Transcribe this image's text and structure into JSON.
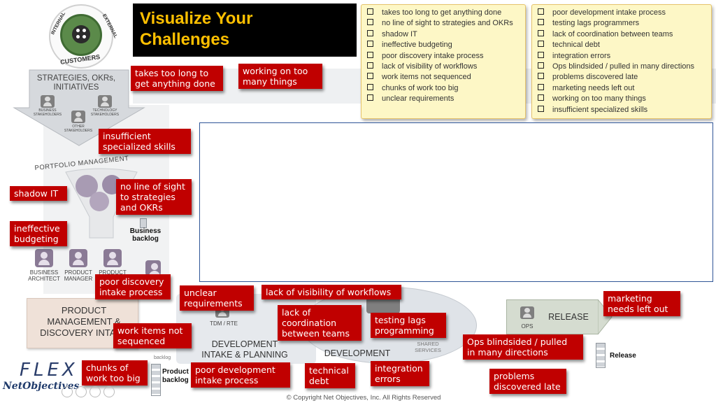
{
  "title": {
    "line1": "Visualize Your",
    "line2": "Challenges"
  },
  "customers": {
    "internal": "INTERNAL",
    "customers": "CUSTOMERS",
    "external": "EXTERNAL"
  },
  "funnel": {
    "title": "STRATEGIES, OKRs,\nINITIATIVES",
    "business_stakeholders": "BUSINESS\nSTAKEHOLDERS",
    "technology_stakeholders": "TECHNOLOGY\nSTAKEHOLDERS",
    "other_stakeholders": "OTHER\nSTAKEHOLDERS"
  },
  "portfolio": {
    "label": "PORTFOLIO MANAGEMENT",
    "business_backlog": "Business\nbacklog"
  },
  "roles": {
    "business_architect": "BUSINESS\nARCHITECT",
    "product_manager": "PRODUCT\nMANAGER",
    "product": "PRODUCT"
  },
  "flow": {
    "product_discovery": "PRODUCT\nMANAGEMENT &\nDISCOVERY INTAKE",
    "tdm": "TDM / RTE",
    "dev_intake": "DEVELOPMENT\nINTAKE & PLANNING",
    "development": "DEVELOPMENT",
    "shared_services": "SHARED\nSERVICES",
    "ops": "OPS",
    "release": "RELEASE",
    "release_item": "Release",
    "product_backlog": "Product\nbacklog",
    "backlog_small": "backlog"
  },
  "checklist_left": [
    "takes too long to get anything done",
    "no line of sight to strategies and OKRs",
    "shadow IT",
    "ineffective budgeting",
    "poor discovery intake process",
    "lack of visibility of workflows",
    "work items not sequenced",
    "chunks of work too big",
    "unclear requirements"
  ],
  "checklist_right": [
    "poor development intake process",
    "testing lags programmers",
    "lack of coordination between teams",
    "technical debt",
    "integration errors",
    "Ops blindsided / pulled in many directions",
    "problems discovered late",
    "marketing needs left out",
    "working on too many things",
    "insufficient specialized skills"
  ],
  "stickies": {
    "takes_too_long": "takes too long to\nget anything done",
    "working_too_many": "working on too\nmany things",
    "insufficient_skills": "insufficient\nspecialized skills",
    "shadow_it": "shadow IT",
    "no_line_of_sight": "no line of sight\nto strategies\nand OKRs",
    "ineffective_budgeting": "ineffective\nbudgeting",
    "poor_discovery": "poor discovery\nintake process",
    "unclear_requirements": "unclear\nrequirements",
    "lack_visibility": "lack of visibility of workflows",
    "lack_coordination": "lack of\ncoordination\nbetween teams",
    "testing_lags": "testing lags\nprogramming",
    "marketing": "marketing\nneeds left out",
    "work_not_sequenced": "work items not\nsequenced",
    "ops_blindsided": "Ops blindsided / pulled\nin many directions",
    "chunks_too_big": "chunks of\nwork too big",
    "poor_dev_intake": "poor development\nintake process",
    "technical_debt": "technical\ndebt",
    "integration_errors": "integration\nerrors",
    "problems_late": "problems\ndiscovered late"
  },
  "logo": {
    "flex": "FLEX",
    "net": "Net",
    "objectives": "Objectives"
  },
  "copyright": "© Copyright Net Objectives, Inc. All Rights Reserved",
  "colors": {
    "sticky_red": "#c00000",
    "title_bg": "#000000",
    "title_text": "#ffc000",
    "note_bg": "#fdf7c6",
    "frame_border": "#2f5597",
    "customer_green": "#5b8a4a"
  }
}
